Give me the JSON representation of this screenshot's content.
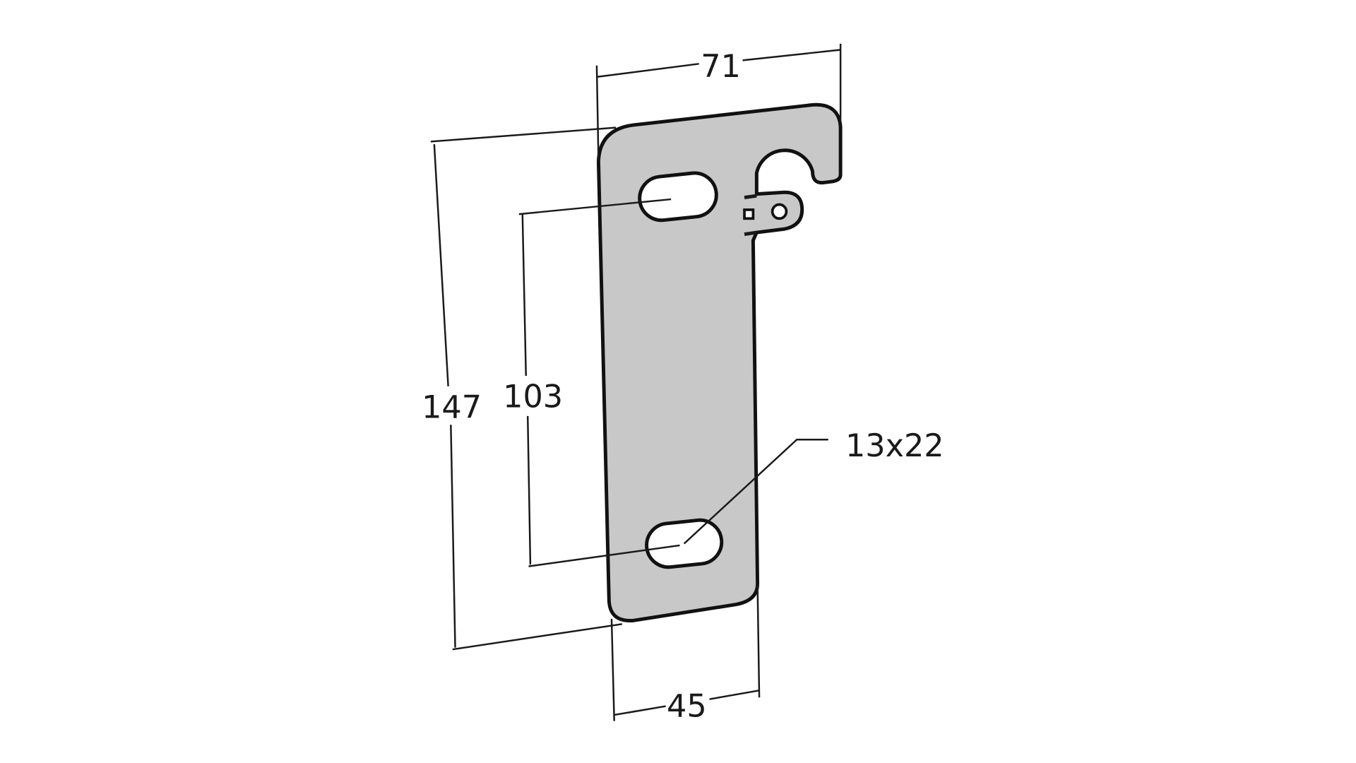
{
  "drawing": {
    "dimensions": {
      "width_total": "71",
      "height_total": "147",
      "slot_spacing": "103",
      "width_bar": "45",
      "slot_size": "13x22"
    },
    "colors": {
      "plate_fill": "#c8c8c8",
      "line": "#111111",
      "background": "#ffffff"
    }
  }
}
